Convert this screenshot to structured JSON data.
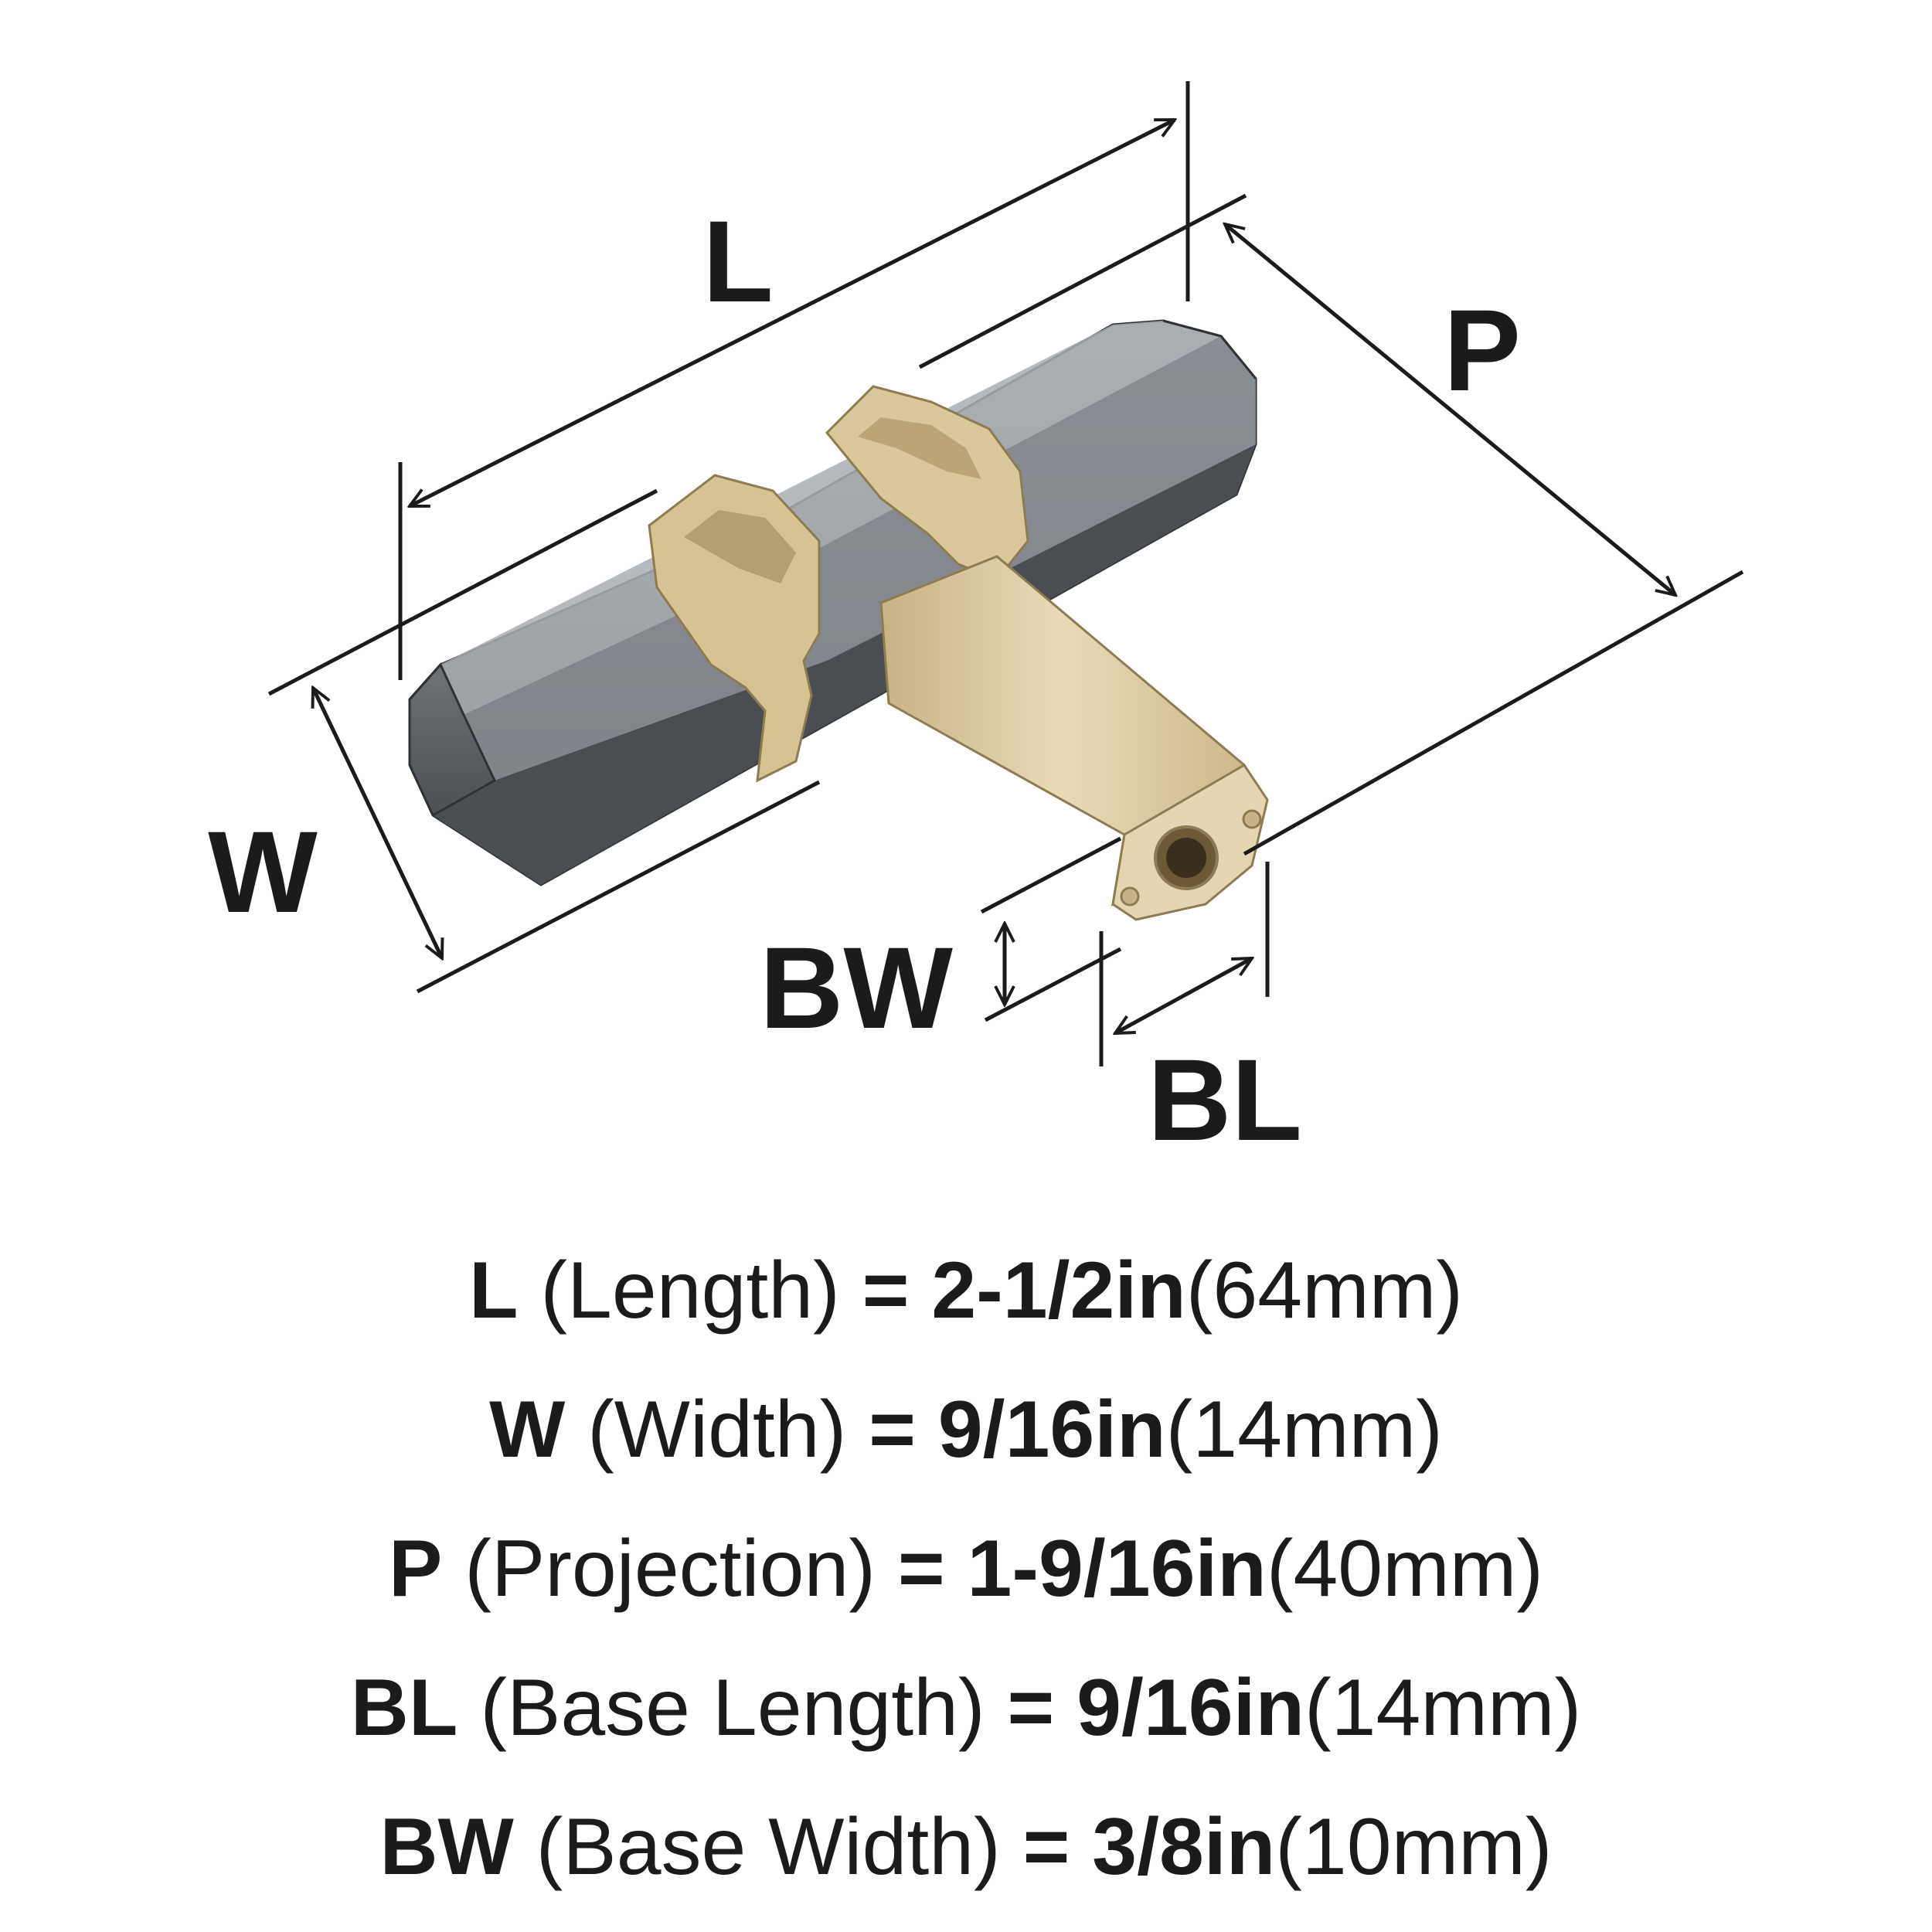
{
  "dimension_labels": {
    "length": "L",
    "width": "W",
    "projection": "P",
    "base_width": "BW",
    "base_length": "BL"
  },
  "specs": [
    {
      "code": "L",
      "name": "(Length)",
      "equals": "=",
      "imperial": "2-1/2in",
      "metric": "(64mm)"
    },
    {
      "code": "W",
      "name": "(Width)",
      "equals": "=",
      "imperial": "9/16in",
      "metric": "(14mm)"
    },
    {
      "code": "P",
      "name": "(Projection)",
      "equals": "=",
      "imperial": "1-9/16in",
      "metric": "(40mm)"
    },
    {
      "code": "BL",
      "name": "(Base Length)",
      "equals": "=",
      "imperial": "9/16in",
      "metric": "(14mm)"
    },
    {
      "code": "BW",
      "name": "(Base Width)",
      "equals": "=",
      "imperial": "3/8in",
      "metric": "(10mm)"
    }
  ],
  "colors": {
    "text": "#1b1b1b",
    "bar_gray": "#6f7378",
    "bar_dark": "#3f4246",
    "bar_light": "#a3a7ac",
    "brass": "#d9c89a",
    "brass_dark": "#b9a576",
    "brass_light": "#ece0bf"
  }
}
